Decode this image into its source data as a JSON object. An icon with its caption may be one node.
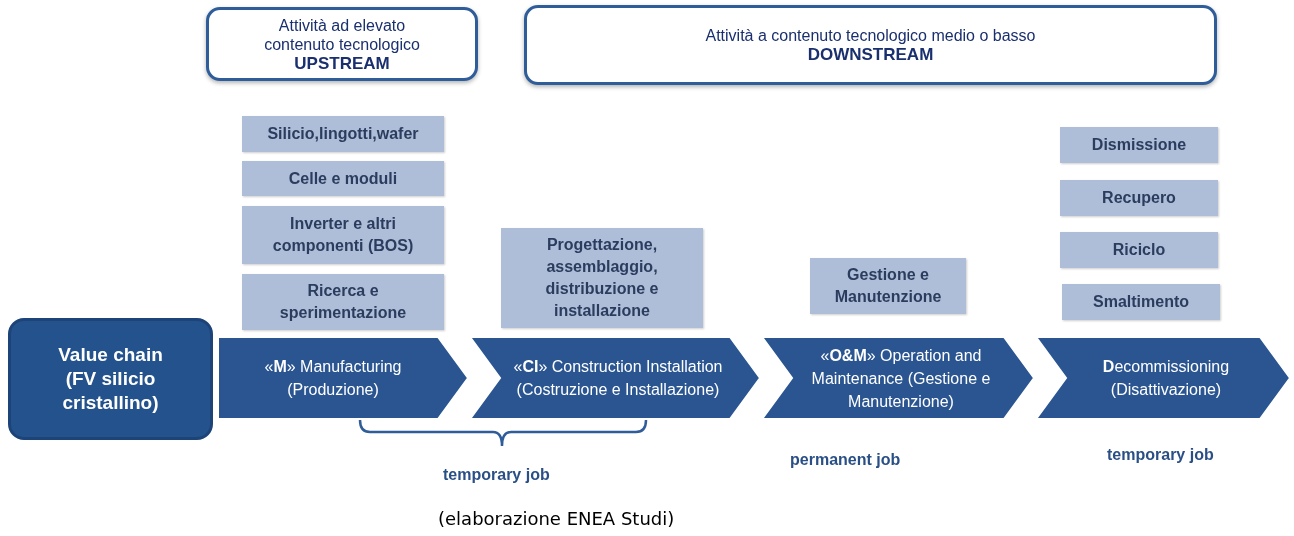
{
  "diagram": {
    "caption": "(elaborazione ENEA Studi)",
    "nodes": [
      {
        "text": [
          "Attività ad elevato contenuto tecnologico",
          "UPSTREAM"
        ]
      },
      {
        "text": [
          "Attività a contenuto tecnologico medio o basso",
          "DOWNSTREAM"
        ]
      },
      {
        "text": [
          "Silicio,lingotti,wafer"
        ]
      },
      {
        "text": [
          "Celle e moduli"
        ]
      },
      {
        "text": [
          "Inverter e altri componenti (BOS)"
        ]
      },
      {
        "text": [
          "Ricerca e sperimentazione"
        ]
      },
      {
        "text": [
          "Progettazione, assemblaggio, distribuzione e installazione"
        ]
      },
      {
        "text": [
          "Gestione e Manutenzione"
        ]
      },
      {
        "text": [
          "Dismissione"
        ]
      },
      {
        "text": [
          "Recupero"
        ]
      },
      {
        "text": [
          "Riciclo"
        ]
      },
      {
        "text": [
          "Smaltimento"
        ]
      },
      {
        "text": [
          "Value chain (FV silicio cristallino)"
        ]
      },
      {
        "text": [
          "«**M**» Manufacturing (Produzione)"
        ]
      },
      {
        "text": [
          "«**CI**» Construction Installation (Costruzione e Installazione)"
        ]
      },
      {
        "text": [
          "«**O&M**» Operation and Maintenance (Gestione e Manutenzione)"
        ]
      },
      {
        "text": [
          "**D**ecommissioning (Disattivazione)"
        ]
      }
    ],
    "labels": [
      "temporary job",
      "permanent job",
      "temporary job"
    ]
  }
}
